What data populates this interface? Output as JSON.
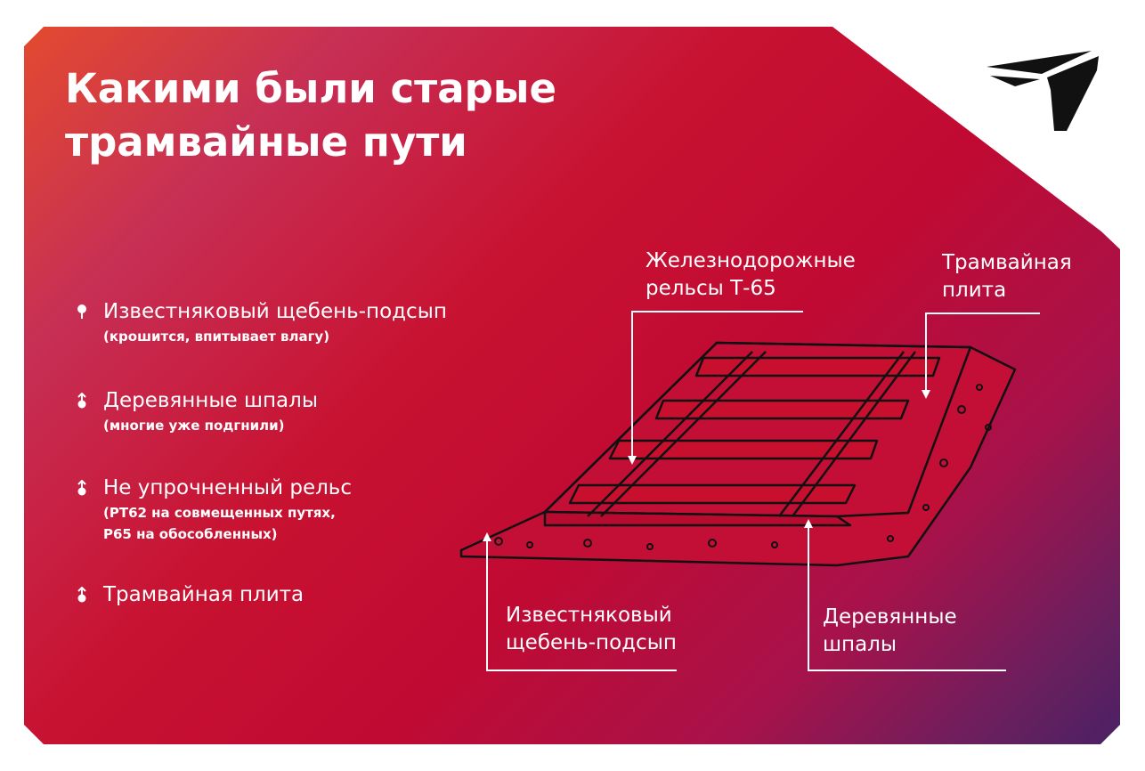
{
  "title": "Какими были старые трамвайные пути",
  "legend": [
    {
      "icon": "pin-icon",
      "label": "Известняковый щебень-подсып",
      "note": "(крошится, впитывает влагу)"
    },
    {
      "icon": "arrow-up-circle-icon",
      "label": "Деревянные шпалы",
      "note": "(многие уже подгнили)"
    },
    {
      "icon": "arrow-up-circle-icon",
      "label": "Не упрочненный рельс",
      "note": "(РТ62 на совмещенных путях,\nР65 на обособленных)"
    },
    {
      "icon": "arrow-up-circle-icon",
      "label": "Трамвайная плита",
      "note": ""
    }
  ],
  "diagram_labels": {
    "rails": "Железнодорожные\nрельсы Т-65",
    "plate": "Трамвайная\nплита",
    "ballast": "Известняковый\nщебень-подсып",
    "sleepers": "Деревянные\nшпалы"
  },
  "colors": {
    "accent": "#c8102e",
    "text": "#ffffff",
    "ink": "#111111"
  }
}
